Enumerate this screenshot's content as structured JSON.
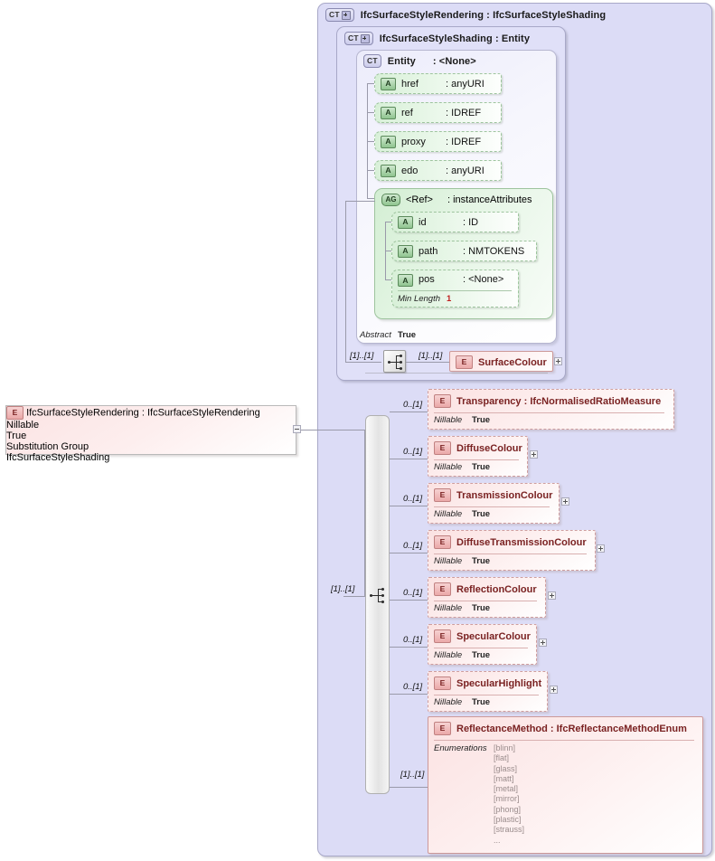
{
  "diagram": {
    "title": "IfcSurfaceStyleRendering XSD schema diagram",
    "outer_type": {
      "badge": "CT",
      "label": "IfcSurfaceStyleRendering  :  IfcSurfaceStyleShading"
    },
    "middle_type": {
      "badge": "CT",
      "label": "IfcSurfaceStyleShading  :  Entity"
    },
    "inner_type": {
      "badge": "CT",
      "label": "Entity",
      "type": ": <None>"
    },
    "attributes": [
      {
        "badge": "A",
        "name": "href",
        "type": ": anyURI"
      },
      {
        "badge": "A",
        "name": "ref",
        "type": ": IDREF"
      },
      {
        "badge": "A",
        "name": "proxy",
        "type": ": IDREF"
      },
      {
        "badge": "A",
        "name": "edo",
        "type": ": anyURI"
      }
    ],
    "attribute_group": {
      "badge": "AG",
      "name": "<Ref>",
      "type": ": instanceAttributes",
      "members": [
        {
          "badge": "A",
          "name": "id",
          "type": ": ID"
        },
        {
          "badge": "A",
          "name": "path",
          "type": ": NMTOKENS"
        },
        {
          "badge": "A",
          "name": "pos",
          "type": ": <None>",
          "prop_key": "Min Length",
          "prop_value": "1"
        }
      ]
    },
    "entity_abstract": {
      "key": "Abstract",
      "value": "True"
    },
    "shading_sequence": {
      "left_occurrence": "[1]..[1]",
      "right_occurrence": "[1]..[1]",
      "child": {
        "badge": "E",
        "label": "SurfaceColour"
      }
    },
    "left_element": {
      "badge": "E",
      "label": "IfcSurfaceStyleRendering  :  IfcSurfaceStyleRendering",
      "props": [
        {
          "key": "Nillable",
          "value": "True"
        },
        {
          "key": "Substitution Group",
          "value": "IfcSurfaceStyleShading"
        }
      ]
    },
    "rendering_sequence_occurrence": "[1]..[1]",
    "children": [
      {
        "occurrence": "0..[1]",
        "badge": "E",
        "label": "Transparency : IfcNormalisedRatioMeasure",
        "prop_key": "Nillable",
        "prop_value": "True",
        "expandable": false
      },
      {
        "occurrence": "0..[1]",
        "badge": "E",
        "label": "DiffuseColour",
        "prop_key": "Nillable",
        "prop_value": "True",
        "expandable": true
      },
      {
        "occurrence": "0..[1]",
        "badge": "E",
        "label": "TransmissionColour",
        "prop_key": "Nillable",
        "prop_value": "True",
        "expandable": true
      },
      {
        "occurrence": "0..[1]",
        "badge": "E",
        "label": "DiffuseTransmissionColour",
        "prop_key": "Nillable",
        "prop_value": "True",
        "expandable": true
      },
      {
        "occurrence": "0..[1]",
        "badge": "E",
        "label": "ReflectionColour",
        "prop_key": "Nillable",
        "prop_value": "True",
        "expandable": true
      },
      {
        "occurrence": "0..[1]",
        "badge": "E",
        "label": "SpecularColour",
        "prop_key": "Nillable",
        "prop_value": "True",
        "expandable": true
      },
      {
        "occurrence": "0..[1]",
        "badge": "E",
        "label": "SpecularHighlight",
        "prop_key": "Nillable",
        "prop_value": "True",
        "expandable": true
      }
    ],
    "reflectance": {
      "occurrence": "[1]..[1]",
      "badge": "E",
      "label": "ReflectanceMethod : IfcReflectanceMethodEnum",
      "prop_key": "Enumerations",
      "values": "[blinn]\n[flat]\n[glass]\n[matt]\n[metal]\n[mirror]\n[phong]\n[plastic]\n[strauss]\n..."
    }
  }
}
